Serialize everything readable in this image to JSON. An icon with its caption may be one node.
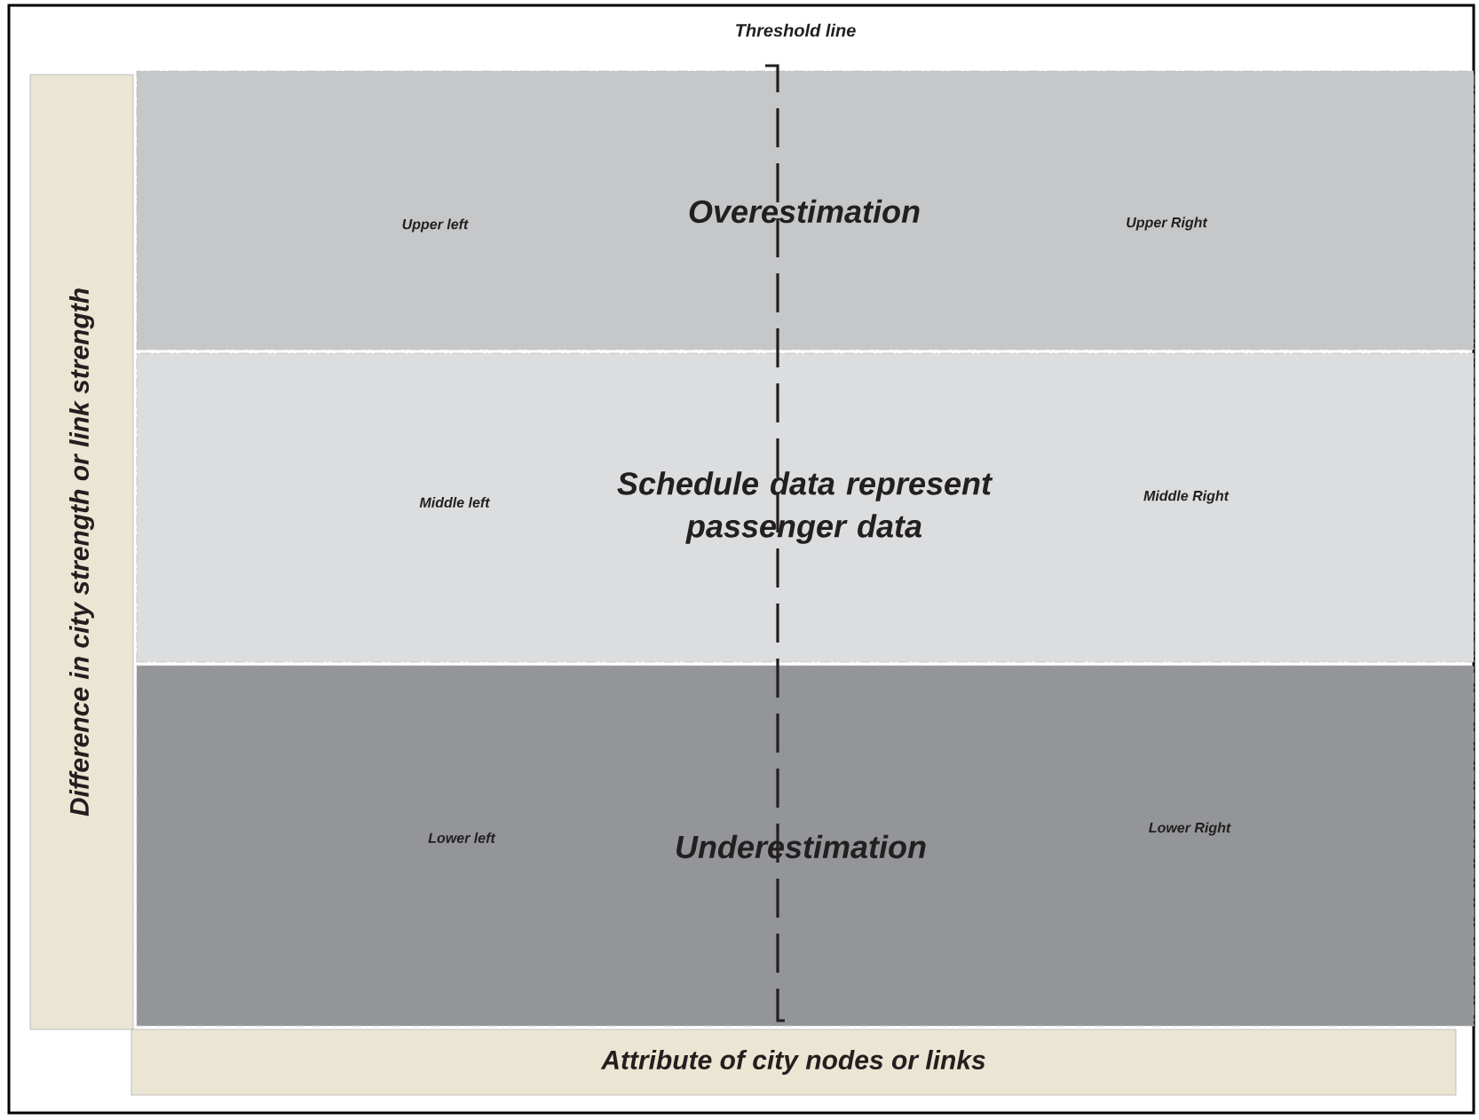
{
  "diagram": {
    "nodes": [
      {
        "text": [
          "Difference in city strength or link strength"
        ]
      },
      {
        "text": [
          "Upper left",
          "Overestimation",
          "Upper Right"
        ]
      },
      {
        "text": [
          "Middle left",
          "Schedule data represent passenger data",
          "Middle Right"
        ]
      },
      {
        "text": [
          "Lower left",
          "Underestimation",
          "Lower Right"
        ]
      },
      {
        "text": [
          "Attribute of city nodes or links"
        ]
      }
    ],
    "labels": [
      "Threshold line"
    ]
  }
}
